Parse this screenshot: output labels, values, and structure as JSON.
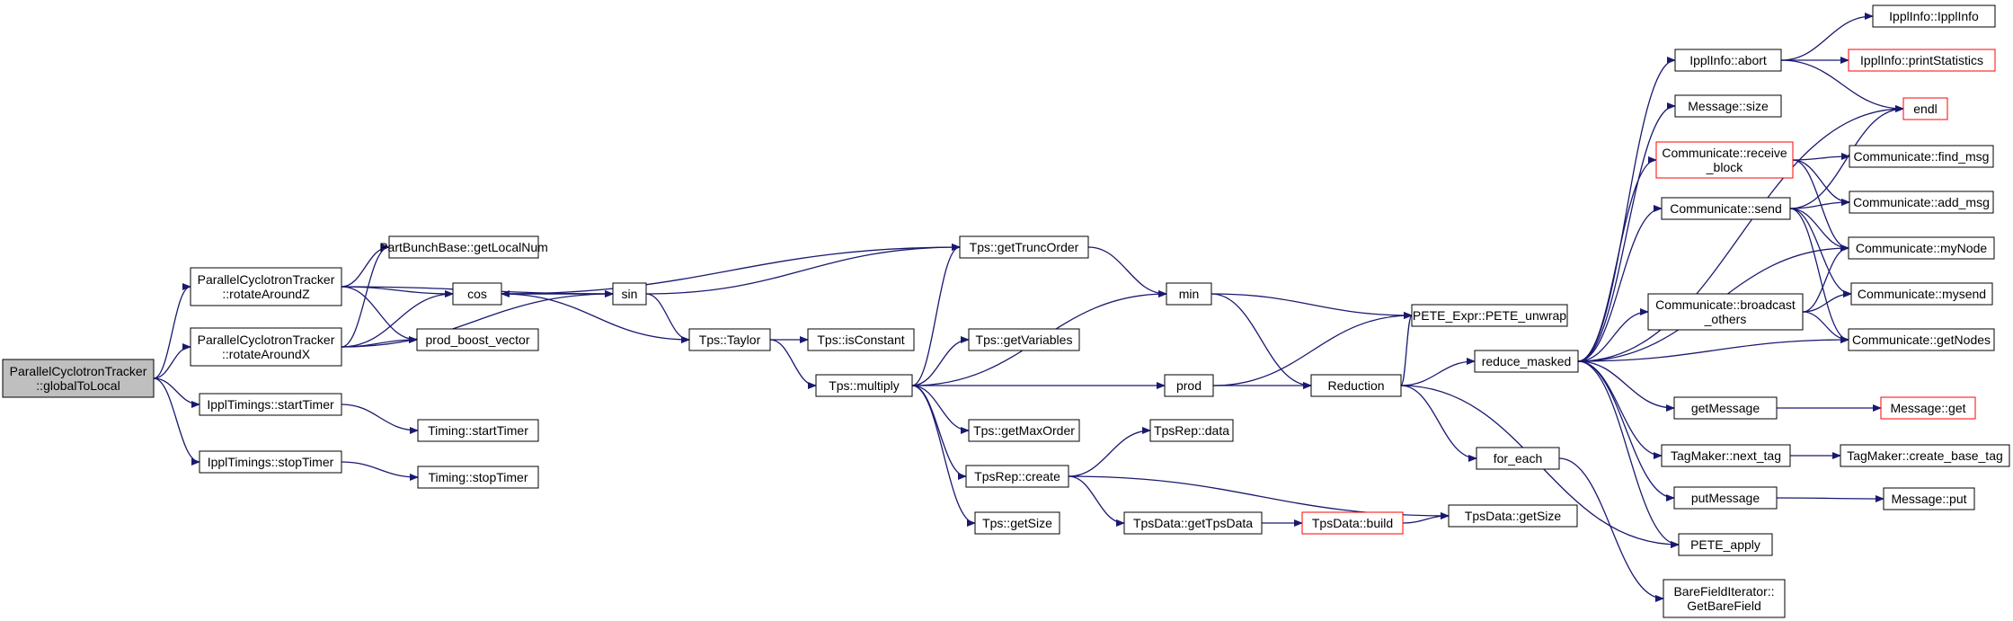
{
  "nodes": [
    {
      "id": "n_global",
      "lines": [
        "ParallelCyclotronTracker",
        "::globalToLocal"
      ],
      "style": "root"
    },
    {
      "id": "n_rotZ",
      "lines": [
        "ParallelCyclotronTracker",
        "::rotateAroundZ"
      ],
      "style": "normal"
    },
    {
      "id": "n_rotX",
      "lines": [
        "ParallelCyclotronTracker",
        "::rotateAroundX"
      ],
      "style": "normal"
    },
    {
      "id": "n_startTimerI",
      "lines": [
        "IpplTimings::startTimer"
      ],
      "style": "normal"
    },
    {
      "id": "n_stopTimerI",
      "lines": [
        "IpplTimings::stopTimer"
      ],
      "style": "normal"
    },
    {
      "id": "n_getLocalNum",
      "lines": [
        "PartBunchBase::getLocalNum"
      ],
      "style": "normal"
    },
    {
      "id": "n_cos",
      "lines": [
        "cos"
      ],
      "style": "normal"
    },
    {
      "id": "n_prodBoost",
      "lines": [
        "prod_boost_vector"
      ],
      "style": "normal"
    },
    {
      "id": "n_startTimerT",
      "lines": [
        "Timing::startTimer"
      ],
      "style": "normal"
    },
    {
      "id": "n_stopTimerT",
      "lines": [
        "Timing::stopTimer"
      ],
      "style": "normal"
    },
    {
      "id": "n_sin",
      "lines": [
        "sin"
      ],
      "style": "normal"
    },
    {
      "id": "n_taylor",
      "lines": [
        "Tps::Taylor"
      ],
      "style": "normal"
    },
    {
      "id": "n_truncOrder",
      "lines": [
        "Tps::getTruncOrder"
      ],
      "style": "normal"
    },
    {
      "id": "n_isConstant",
      "lines": [
        "Tps::isConstant"
      ],
      "style": "normal"
    },
    {
      "id": "n_multiply",
      "lines": [
        "Tps::multiply"
      ],
      "style": "normal"
    },
    {
      "id": "n_getVariables",
      "lines": [
        "Tps::getVariables"
      ],
      "style": "normal"
    },
    {
      "id": "n_getMaxOrder",
      "lines": [
        "Tps::getMaxOrder"
      ],
      "style": "normal"
    },
    {
      "id": "n_repCreate",
      "lines": [
        "TpsRep::create"
      ],
      "style": "normal"
    },
    {
      "id": "n_getSizeTps",
      "lines": [
        "Tps::getSize"
      ],
      "style": "normal"
    },
    {
      "id": "n_min",
      "lines": [
        "min"
      ],
      "style": "normal"
    },
    {
      "id": "n_prod",
      "lines": [
        "prod"
      ],
      "style": "normal"
    },
    {
      "id": "n_repData",
      "lines": [
        "TpsRep::data"
      ],
      "style": "normal"
    },
    {
      "id": "n_getTpsData",
      "lines": [
        "TpsData::getTpsData"
      ],
      "style": "normal"
    },
    {
      "id": "n_build",
      "lines": [
        "TpsData::build"
      ],
      "style": "truncated"
    },
    {
      "id": "n_unwrap",
      "lines": [
        "PETE_Expr::PETE_unwrap"
      ],
      "style": "normal"
    },
    {
      "id": "n_reduction",
      "lines": [
        "Reduction"
      ],
      "style": "normal"
    },
    {
      "id": "n_forEach",
      "lines": [
        "for_each"
      ],
      "style": "normal"
    },
    {
      "id": "n_getSizeData",
      "lines": [
        "TpsData::getSize"
      ],
      "style": "normal"
    },
    {
      "id": "n_bareField",
      "lines": [
        "BareFieldIterator::",
        "GetBareField"
      ],
      "style": "normal"
    },
    {
      "id": "n_reduceMasked",
      "lines": [
        "reduce_masked"
      ],
      "style": "normal"
    },
    {
      "id": "n_abort",
      "lines": [
        "IpplInfo::abort"
      ],
      "style": "normal"
    },
    {
      "id": "n_msgSize",
      "lines": [
        "Message::size"
      ],
      "style": "normal"
    },
    {
      "id": "n_receiveBlock",
      "lines": [
        "Communicate::receive",
        "_block"
      ],
      "style": "truncated"
    },
    {
      "id": "n_send",
      "lines": [
        "Communicate::send"
      ],
      "style": "normal"
    },
    {
      "id": "n_broadcast",
      "lines": [
        "Communicate::broadcast",
        "_others"
      ],
      "style": "normal"
    },
    {
      "id": "n_getMessage",
      "lines": [
        "getMessage"
      ],
      "style": "normal"
    },
    {
      "id": "n_nextTag",
      "lines": [
        "TagMaker::next_tag"
      ],
      "style": "normal"
    },
    {
      "id": "n_putMessage",
      "lines": [
        "putMessage"
      ],
      "style": "normal"
    },
    {
      "id": "n_peteApply",
      "lines": [
        "PETE_apply"
      ],
      "style": "normal"
    },
    {
      "id": "n_ipplInfo",
      "lines": [
        "IpplInfo::IpplInfo"
      ],
      "style": "normal"
    },
    {
      "id": "n_printStats",
      "lines": [
        "IpplInfo::printStatistics"
      ],
      "style": "truncated"
    },
    {
      "id": "n_endl",
      "lines": [
        "endl"
      ],
      "style": "truncated"
    },
    {
      "id": "n_findMsg",
      "lines": [
        "Communicate::find_msg"
      ],
      "style": "normal"
    },
    {
      "id": "n_addMsg",
      "lines": [
        "Communicate::add_msg"
      ],
      "style": "normal"
    },
    {
      "id": "n_myNode",
      "lines": [
        "Communicate::myNode"
      ],
      "style": "normal"
    },
    {
      "id": "n_mysend",
      "lines": [
        "Communicate::mysend"
      ],
      "style": "normal"
    },
    {
      "id": "n_getNodes",
      "lines": [
        "Communicate::getNodes"
      ],
      "style": "normal"
    },
    {
      "id": "n_msgGet",
      "lines": [
        "Message::get"
      ],
      "style": "truncated"
    },
    {
      "id": "n_createBaseTag",
      "lines": [
        "TagMaker::create_base_tag"
      ],
      "style": "normal"
    },
    {
      "id": "n_msgPut",
      "lines": [
        "Message::put"
      ],
      "style": "normal"
    }
  ],
  "edges": [
    [
      "n_global",
      "n_rotZ"
    ],
    [
      "n_global",
      "n_rotX"
    ],
    [
      "n_global",
      "n_startTimerI"
    ],
    [
      "n_global",
      "n_stopTimerI"
    ],
    [
      "n_rotZ",
      "n_getLocalNum"
    ],
    [
      "n_rotZ",
      "n_cos"
    ],
    [
      "n_rotZ",
      "n_prodBoost"
    ],
    [
      "n_rotZ",
      "n_sin"
    ],
    [
      "n_rotX",
      "n_getLocalNum"
    ],
    [
      "n_rotX",
      "n_cos"
    ],
    [
      "n_rotX",
      "n_prodBoost"
    ],
    [
      "n_rotX",
      "n_sin"
    ],
    [
      "n_startTimerI",
      "n_startTimerT"
    ],
    [
      "n_stopTimerI",
      "n_stopTimerT"
    ],
    [
      "n_cos",
      "n_sin"
    ],
    [
      "n_cos",
      "n_truncOrder"
    ],
    [
      "n_cos",
      "n_taylor"
    ],
    [
      "n_sin",
      "n_cos"
    ],
    [
      "n_sin",
      "n_truncOrder"
    ],
    [
      "n_sin",
      "n_taylor"
    ],
    [
      "n_taylor",
      "n_isConstant"
    ],
    [
      "n_taylor",
      "n_multiply"
    ],
    [
      "n_multiply",
      "n_truncOrder"
    ],
    [
      "n_multiply",
      "n_getVariables"
    ],
    [
      "n_multiply",
      "n_getMaxOrder"
    ],
    [
      "n_multiply",
      "n_repCreate"
    ],
    [
      "n_multiply",
      "n_getSizeTps"
    ],
    [
      "n_multiply",
      "n_min"
    ],
    [
      "n_multiply",
      "n_prod"
    ],
    [
      "n_truncOrder",
      "n_min"
    ],
    [
      "n_repCreate",
      "n_repData"
    ],
    [
      "n_repCreate",
      "n_getTpsData"
    ],
    [
      "n_repCreate",
      "n_getSizeData"
    ],
    [
      "n_getTpsData",
      "n_build"
    ],
    [
      "n_build",
      "n_getSizeData"
    ],
    [
      "n_min",
      "n_unwrap"
    ],
    [
      "n_min",
      "n_reduction"
    ],
    [
      "n_prod",
      "n_unwrap"
    ],
    [
      "n_prod",
      "n_reduction"
    ],
    [
      "n_reduction",
      "n_unwrap"
    ],
    [
      "n_reduction",
      "n_forEach"
    ],
    [
      "n_reduction",
      "n_reduceMasked"
    ],
    [
      "n_reduction",
      "n_peteApply"
    ],
    [
      "n_forEach",
      "n_bareField"
    ],
    [
      "n_reduceMasked",
      "n_abort"
    ],
    [
      "n_reduceMasked",
      "n_msgSize"
    ],
    [
      "n_reduceMasked",
      "n_receiveBlock"
    ],
    [
      "n_reduceMasked",
      "n_send"
    ],
    [
      "n_reduceMasked",
      "n_broadcast"
    ],
    [
      "n_reduceMasked",
      "n_getMessage"
    ],
    [
      "n_reduceMasked",
      "n_nextTag"
    ],
    [
      "n_reduceMasked",
      "n_putMessage"
    ],
    [
      "n_reduceMasked",
      "n_peteApply"
    ],
    [
      "n_reduceMasked",
      "n_myNode"
    ],
    [
      "n_reduceMasked",
      "n_getNodes"
    ],
    [
      "n_reduceMasked",
      "n_endl"
    ],
    [
      "n_abort",
      "n_ipplInfo"
    ],
    [
      "n_abort",
      "n_printStats"
    ],
    [
      "n_abort",
      "n_endl"
    ],
    [
      "n_receiveBlock",
      "n_findMsg"
    ],
    [
      "n_receiveBlock",
      "n_addMsg"
    ],
    [
      "n_receiveBlock",
      "n_myNode"
    ],
    [
      "n_send",
      "n_endl"
    ],
    [
      "n_send",
      "n_addMsg"
    ],
    [
      "n_send",
      "n_myNode"
    ],
    [
      "n_send",
      "n_mysend"
    ],
    [
      "n_send",
      "n_getNodes"
    ],
    [
      "n_broadcast",
      "n_myNode"
    ],
    [
      "n_broadcast",
      "n_mysend"
    ],
    [
      "n_broadcast",
      "n_getNodes"
    ],
    [
      "n_getMessage",
      "n_msgGet"
    ],
    [
      "n_nextTag",
      "n_createBaseTag"
    ],
    [
      "n_putMessage",
      "n_msgPut"
    ]
  ],
  "colors": {
    "edge": "#191970",
    "node_border": "#000000",
    "truncated_border": "#ff0000",
    "root_fill": "#bfbfbf",
    "node_fill": "#ffffff"
  }
}
